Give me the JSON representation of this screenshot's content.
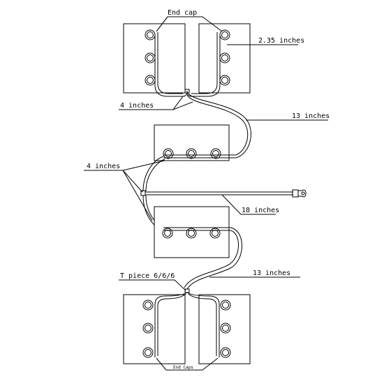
{
  "labels": {
    "end_cap": "End cap",
    "inches_2_35": "2.35 inches",
    "inches_4_top": "4 inches",
    "inches_13_top": "13 inches",
    "inches_4_mid": "4 inches",
    "inches_18": "18 inches",
    "t_piece": "T piece 6/6/6",
    "inches_13_bottom": "13 inches",
    "end_caps": "End Caps"
  }
}
